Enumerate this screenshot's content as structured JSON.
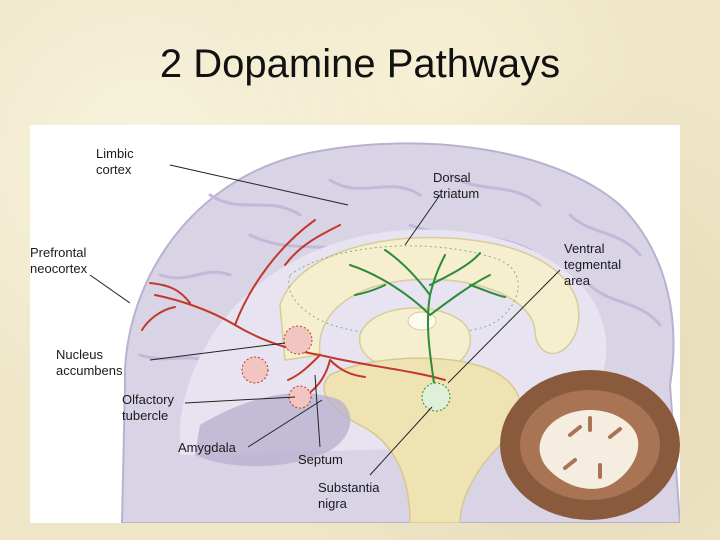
{
  "title": "2 Dopamine Pathways",
  "labels": {
    "limbic_cortex": "Limbic\ncortex",
    "dorsal_striatum": "Dorsal\nstriatum",
    "prefrontal_neocortex": "Prefrontal\nneocortex",
    "ventral_tegmental_area": "Ventral\ntegmental\narea",
    "nucleus_accumbens": "Nucleus\naccumbens",
    "olfactory_tubercle": "Olfactory\ntubercle",
    "amygdala": "Amygdala",
    "septum": "Septum",
    "substantia_nigra": "Substantia\nnigra"
  },
  "colors": {
    "cortex": "#d9d3e6",
    "cortex_outline": "#b9b1cf",
    "striatum": "#f6efcf",
    "brainstem": "#efe3b4",
    "cerebellum": "#8a5a3c",
    "mesolimbic_pathway": "#c0392b",
    "nigrostriatal_pathway": "#2e8b3a"
  }
}
